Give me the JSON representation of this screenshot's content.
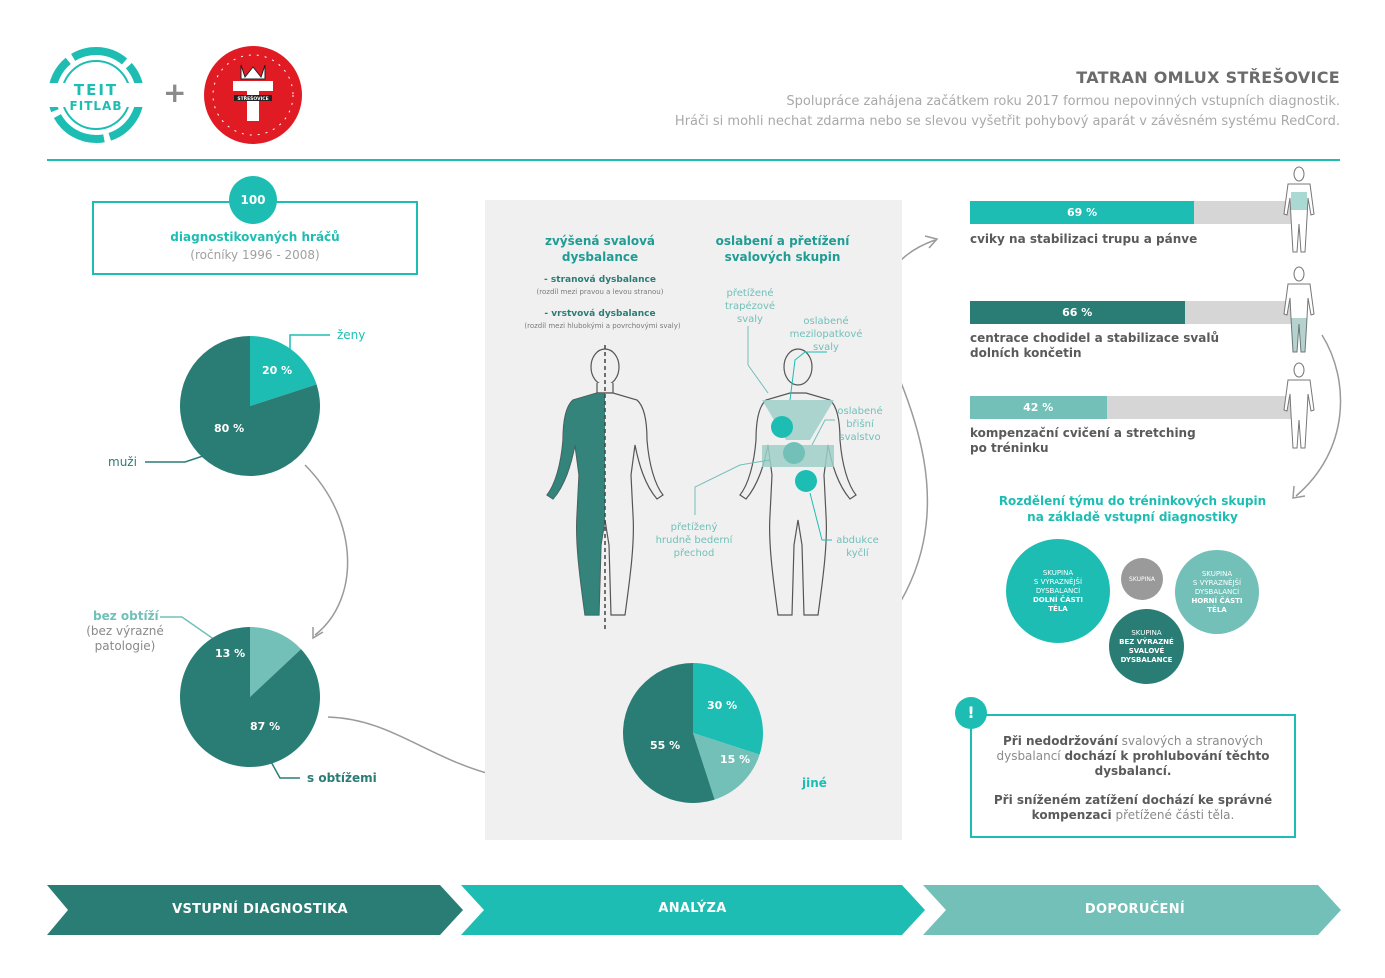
{
  "header": {
    "logo_left": "TEIT FITLAB",
    "logo_left_line1": "TEIT",
    "logo_left_line2": "FITLAB",
    "plus": "+",
    "logo_right_text": "STŘEŠOVICE",
    "title": "TATRAN OMLUX STŘEŠOVICE",
    "subtitle_line1": "Spolupráce zahájena začátkem roku 2017 formou nepovinných vstupních diagnostik.",
    "subtitle_line2": "Hráči si mohli nechat zdarma nebo se slevou vyšetřit pohybový aparát v závěsném systému RedCord."
  },
  "colors": {
    "teal": "#1dbdb3",
    "dark_teal": "#2a7d74",
    "light_teal": "#72c0b8",
    "grey": "#d6d6d6",
    "red": "#e01b24"
  },
  "diagnostics": {
    "count": "100",
    "label": "diagnostikovaných hráčů",
    "years": "(ročníky 1996 - 2008)"
  },
  "chart_data": [
    {
      "type": "pie",
      "slices": [
        {
          "label": "ženy",
          "value": 20,
          "display": "20 %"
        },
        {
          "label": "muži",
          "value": 80,
          "display": "80 %"
        }
      ]
    },
    {
      "type": "pie",
      "slices": [
        {
          "label": "bez obtíží",
          "note": "(bez výrazné patologie)",
          "value": 13,
          "display": "13 %"
        },
        {
          "label": "s obtížemi",
          "value": 87,
          "display": "87 %"
        }
      ]
    },
    {
      "type": "pie",
      "slices": [
        {
          "label": "oslabení a přetížení svalových skupin",
          "value": 30,
          "display": "30 %"
        },
        {
          "label": "jiné",
          "value": 15,
          "display": "15 %"
        },
        {
          "label": "zvýšená svalová dysbalance",
          "value": 55,
          "display": "55 %"
        }
      ]
    },
    {
      "type": "bar",
      "orientation": "horizontal",
      "xlim": [
        0,
        100
      ],
      "categories": [
        "cviky na stabilizaci trupu a pánve",
        "centrace chodidel a stabilizace svalů dolních končetin",
        "kompenzační cvičení a stretching po tréninku"
      ],
      "values": [
        69,
        66,
        42
      ],
      "display": [
        "69 %",
        "66 %",
        "42 %"
      ]
    }
  ],
  "pie_labels": {
    "zeny": "ženy",
    "muzi": "muži",
    "bez_obtizi": "bez obtíží",
    "bez_note_1": "(bez výrazné",
    "bez_note_2": "patologie)",
    "s_obtizemi": "s obtížemi",
    "jine": "jiné"
  },
  "analysis": {
    "col1_title_1": "zvýšená svalová",
    "col1_title_2": "dysbalance",
    "sub1": "- stranová dysbalance",
    "sub1_note": "(rozdíl mezi pravou a levou stranou)",
    "sub2": "- vrstvová dysbalance",
    "sub2_note": "(rozdíl mezi hlubokými a povrchovými svaly)",
    "col2_title_1": "oslabení a přetížení",
    "col2_title_2": "svalových skupin",
    "a1_1": "přetížené",
    "a1_2": "trapézové",
    "a1_3": "svaly",
    "a2_1": "oslabené",
    "a2_2": "mezilopatkové",
    "a2_3": "svaly",
    "a3_1": "oslabené",
    "a3_2": "břišní",
    "a3_3": "svalstvo",
    "a4_1": "přetížený",
    "a4_2": "hrudně bederní",
    "a4_3": "přechod",
    "a5_1": "abdukce",
    "a5_2": "kyčlí"
  },
  "bar_labels": {
    "b1": "cviky na stabilizaci trupu a pánve",
    "b2_1": "centrace chodidel a stabilizace svalů",
    "b2_2": "dolních končetin",
    "b3_1": "kompenzační cvičení a stretching",
    "b3_2": "po tréninku"
  },
  "groups": {
    "title_1": "Rozdělení týmu do tréninkových skupin",
    "title_2": "na základě vstupní diagnostiky",
    "g1": [
      "SKUPINA",
      "S VÝRAZNĚJŠÍ",
      "DYSBALANCÍ",
      "DOLNÍ ČÁSTI",
      "TĚLA"
    ],
    "g2": [
      "SKUPINA"
    ],
    "g3": [
      "SKUPINA",
      "S VÝRAZNĚJŠÍ",
      "DYSBALANCÍ",
      "HORNÍ ČÁSTI",
      "TĚLA"
    ],
    "g4": [
      "SKUPINA",
      "BEZ VÝRAZNÉ",
      "SVALOVÉ",
      "DYSBALANCE"
    ]
  },
  "warning": {
    "icon": "!",
    "p1_b1": "Při nedodržování",
    "p1_t1": " svalových a stranových",
    "p1_t2": "dysbalancí ",
    "p1_b2": "dochází k prohlubování těchto",
    "p1_b3": "dysbalancí.",
    "p2_b1": "Při sníženém zatížení dochází ke správné",
    "p2_b2": "kompenzaci",
    "p2_t1": " přetížené části těla."
  },
  "steps": [
    "VSTUPNÍ DIAGNOSTIKA",
    "ANALÝZA",
    "DOPORUČENÍ"
  ]
}
